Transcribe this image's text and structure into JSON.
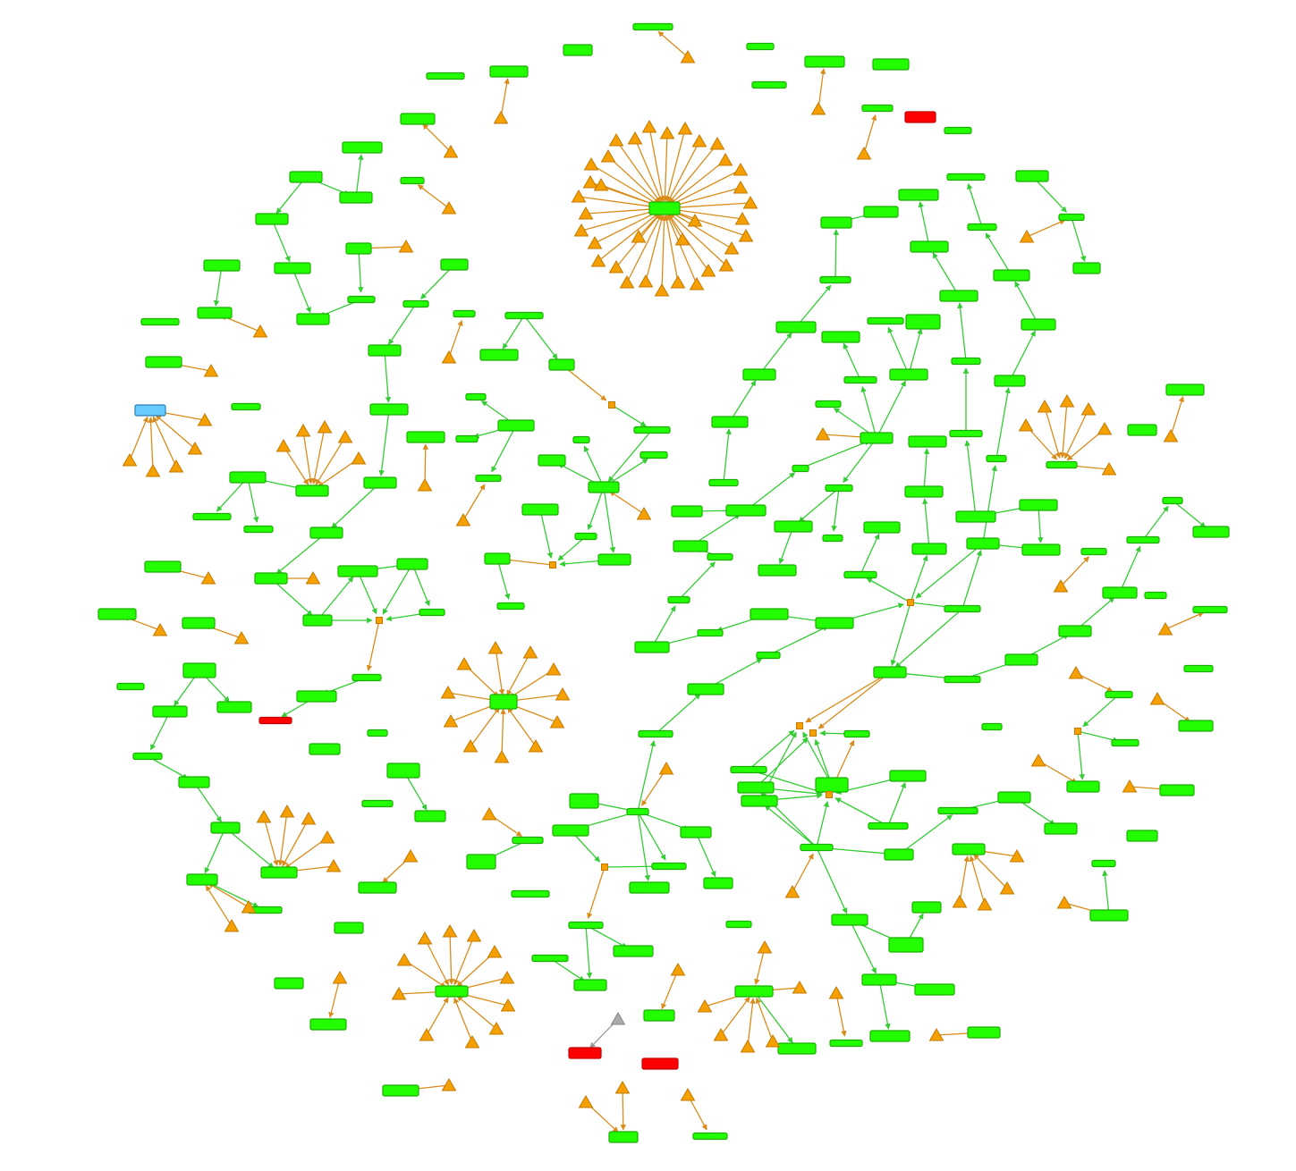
{
  "diagram": {
    "type": "network-graph",
    "labels_shown": false,
    "node_styles": {
      "green": {
        "fill": "#22ff00",
        "stroke": "#1aad00"
      },
      "red": {
        "fill": "#ff0000",
        "stroke": "#c40000"
      },
      "blue": {
        "fill": "#66ccff",
        "stroke": "#2f7fb0"
      },
      "triangle": {
        "fill": "#f5a000",
        "stroke": "#c47a00",
        "shape": "triangle"
      },
      "gray_triangle": {
        "fill": "#aaaaaa",
        "stroke": "#888888",
        "shape": "triangle"
      },
      "junction": {
        "fill": "#f5a000",
        "stroke": "#c47a00",
        "shape": "small-square"
      }
    },
    "edge_colors": {
      "green": "#33cc33",
      "orange": "#d98c1a",
      "gray": "#999999"
    },
    "directed": true
  }
}
